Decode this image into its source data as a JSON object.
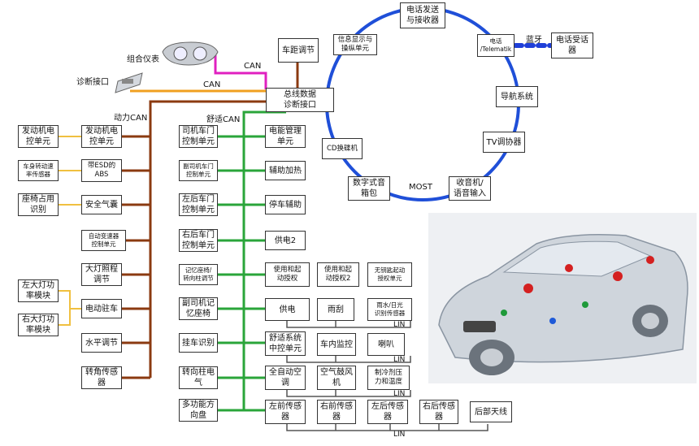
{
  "labels": {
    "can1": "CAN",
    "can2": "CAN",
    "powertrain_can": "动力CAN",
    "comfort_can": "舒适CAN",
    "most": "MOST",
    "bluetooth": "蓝牙",
    "lin1": "LIN",
    "lin2": "LIN",
    "lin3": "LIN",
    "lin4": "LIN",
    "cluster": "组合仪表",
    "diag_port": "诊断接口"
  },
  "boxes": {
    "gateway": "总线数据\n诊断接口",
    "acc": "车距调节",
    "most_tx": "电话发送\n与接收器",
    "info_display": "信息显示与\n操纵单元",
    "phone_telematik": "电话\n/Telematik",
    "phone_rx": "电话受话\n器",
    "nav": "导航系统",
    "tv": "TV调协器",
    "radio": "收音机/\n语音输入",
    "amp": "数字式音\n箱包",
    "cd": "CD换碟机",
    "engine_ecu_l": "发动机电\n控单元",
    "speed_sensor": "车身转动速\n率传感器",
    "seat_occ": "座椅占用\n识别",
    "left_light": "左大灯功\n率模块",
    "right_light": "右大灯功\n率模块",
    "engine_ecu": "发动机电\n控单元",
    "abs": "带ESD的\nABS",
    "airbag": "安全气囊",
    "trans": "自动变速器\n控制单元",
    "headlamp_range": "大灯照程\n调节",
    "epb": "电动驻车",
    "level": "水平调节",
    "steer_angle": "转角传感\n器",
    "driver_door": "司机车门\n控制单元",
    "pass_door": "副司机车门\n控制单元",
    "lr_door": "左后车门\n控制单元",
    "rr_door": "右后车门\n控制单元",
    "mem_seat": "记忆座椅/\n转向柱调节",
    "pass_mem_seat": "副司机记\n忆座椅",
    "trailer": "挂车识别",
    "steer_col": "转向柱电\n气",
    "mf_wheel": "多功能方\n向盘",
    "energy": "电能管理\n单元",
    "aux_heat": "辅助加热",
    "park_heat": "停车辅助",
    "power2": "供电2",
    "auth1": "使用和起\n动授权",
    "auth2": "使用和起\n动授权2",
    "keyless": "无钥匙起动\n授权单元",
    "power": "供电",
    "wiper": "雨刮",
    "rain_sensor": "雨水/日光\n识别传感器",
    "comfort_ecu": "舒适系统\n中控单元",
    "interior_mon": "车内监控",
    "horn": "喇叭",
    "climate": "全自动空\n调",
    "blower": "空气鼓风\n机",
    "ac_sensor": "制冷剂压\n力和温度",
    "lf_sensor": "左前传感\n器",
    "rf_sensor": "右前传感\n器",
    "lr_sensor": "左后传感\n器",
    "rr_sensor": "右后传感\n器",
    "rear_antenna": "后部天线"
  },
  "colors": {
    "powertrain_can": "#8b3a10",
    "comfort_can": "#2aa53a",
    "diag_can": "#f0a020",
    "cluster_can": "#e020c0",
    "most_ring": "#1f4fd8",
    "bluetooth": "#1f3fd8",
    "lin": "#555555",
    "sub_links": "#f0c040"
  }
}
